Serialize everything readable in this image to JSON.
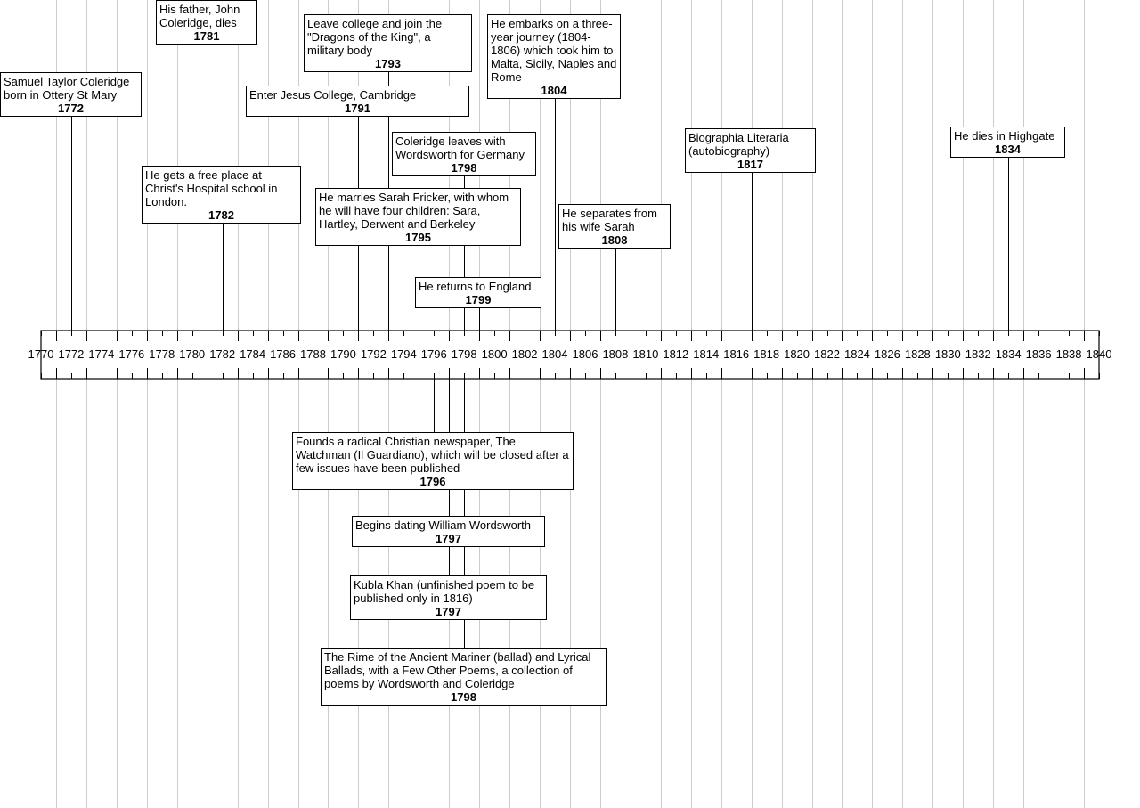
{
  "timeline": {
    "axis_start_year": 1770,
    "axis_end_year": 1840,
    "tick_labels": [
      "1770",
      "1772",
      "1774",
      "1776",
      "1778",
      "1780",
      "1782",
      "1784",
      "1786",
      "1788",
      "1790",
      "1792",
      "1794",
      "1796",
      "1798",
      "1800",
      "1802",
      "1804",
      "1806",
      "1808",
      "1810",
      "1812",
      "1814",
      "1816",
      "1818",
      "1820",
      "1822",
      "1824",
      "1826",
      "1828",
      "1830",
      "1832",
      "1834",
      "1836",
      "1838",
      "1840"
    ]
  },
  "events": [
    {
      "text": "Samuel Taylor Coleridge born in Ottery St Mary",
      "year": "1772"
    },
    {
      "text": "His father, John Coleridge, dies",
      "year": "1781"
    },
    {
      "text": "He gets a free place at Christ's Hospital school in London.",
      "year": "1782"
    },
    {
      "text": "Enter Jesus College, Cambridge",
      "year": "1791"
    },
    {
      "text": "Leave college and join the \"Dragons of the King\", a military body",
      "year": "1793"
    },
    {
      "text": "He marries Sarah Fricker, with whom he will have four children: Sara, Hartley, Derwent and Berkeley",
      "year": "1795"
    },
    {
      "text": "Founds a radical Christian newspaper, The Watchman (Il Guardiano), which will be closed after a few issues have been published",
      "year": "1796"
    },
    {
      "text": "Begins dating William Wordsworth",
      "year": "1797"
    },
    {
      "text": "Kubla Khan (unfinished poem to be published only in 1816)",
      "year": "1797"
    },
    {
      "text": "Coleridge leaves with Wordsworth for Germany",
      "year": "1798"
    },
    {
      "text": "The Rime of the Ancient Mariner (ballad) and Lyrical Ballads, with a Few Other Poems, a collection of poems by Wordsworth and Coleridge",
      "year": "1798"
    },
    {
      "text": "He returns to England",
      "year": "1799"
    },
    {
      "text": "He embarks on a three-year journey (1804-1806) which took him to Malta, Sicily, Naples and Rome",
      "year": "1804"
    },
    {
      "text": "He separates from his wife Sarah",
      "year": "1808"
    },
    {
      "text": "Biographia Literaria (autobiography)",
      "year": "1817"
    },
    {
      "text": "He dies in Highgate",
      "year": "1834"
    }
  ]
}
